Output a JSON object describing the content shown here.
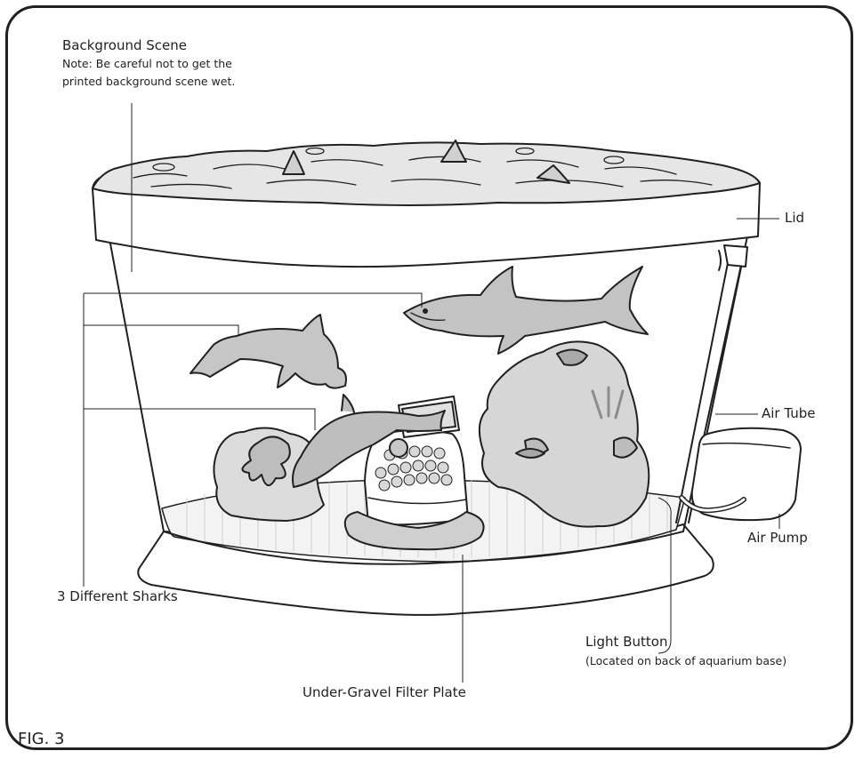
{
  "figure": {
    "fig_label": "FIG. 3",
    "labels": {
      "background_scene": {
        "title": "Background Scene",
        "note_line1": "Note: Be careful not to get the",
        "note_line2": "printed background scene wet."
      },
      "lid": "Lid",
      "air_tube": "Air Tube",
      "air_pump": "Air Pump",
      "sharks": "3 Different Sharks",
      "light_button": {
        "title": "Light Button",
        "note": "(Located on back of aquarium base)"
      },
      "filter_plate": "Under-Gravel Filter Plate"
    }
  }
}
